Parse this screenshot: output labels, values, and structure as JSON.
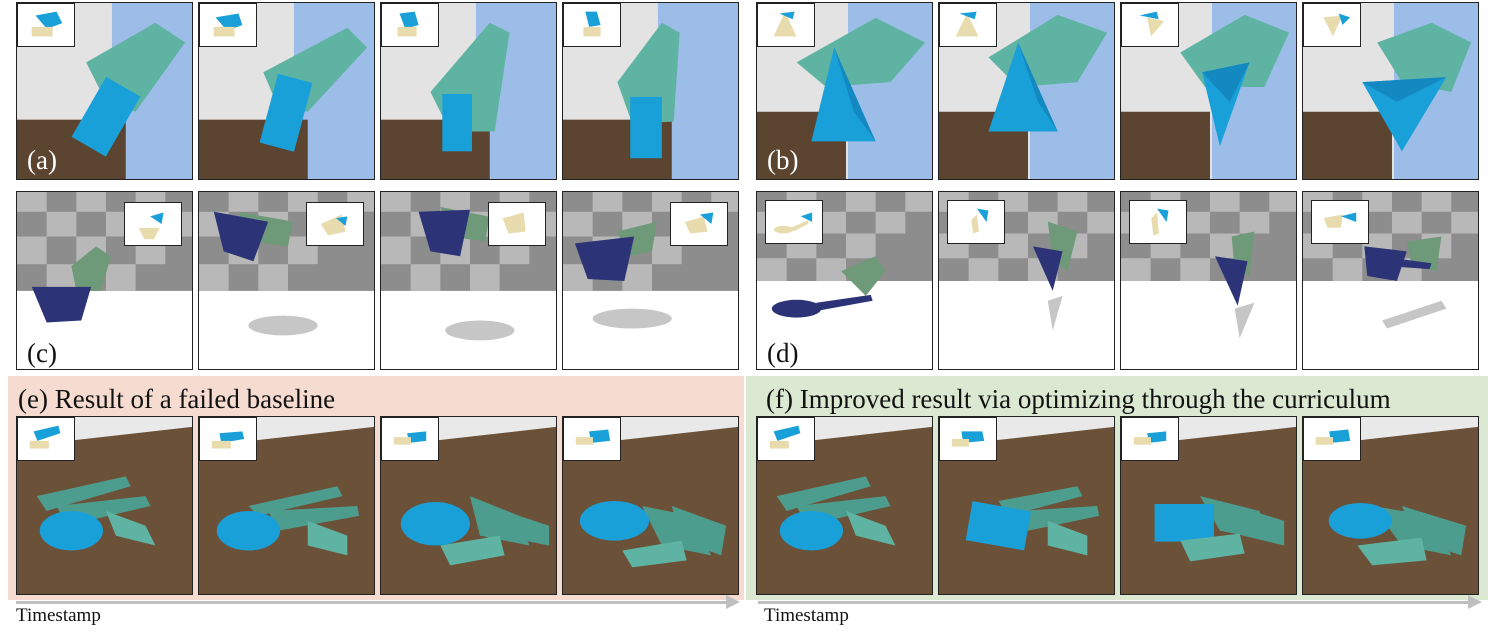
{
  "panels": {
    "a": "(a)",
    "b": "(b)",
    "c": "(c)",
    "d": "(d)"
  },
  "bands": {
    "e": {
      "title": "(e) Result of a failed baseline",
      "color": "#f6dcd0"
    },
    "f": {
      "title": "(f) Improved result via optimizing through the curriculum",
      "color": "#dbe9d3"
    }
  },
  "axis": {
    "label_left": "Timestamp",
    "label_right": "Timestamp"
  },
  "colors": {
    "hand": "#5fb3a3",
    "object_blue": "#1aa0d8",
    "bowl": "#2c3477",
    "table": "#6b5138"
  }
}
